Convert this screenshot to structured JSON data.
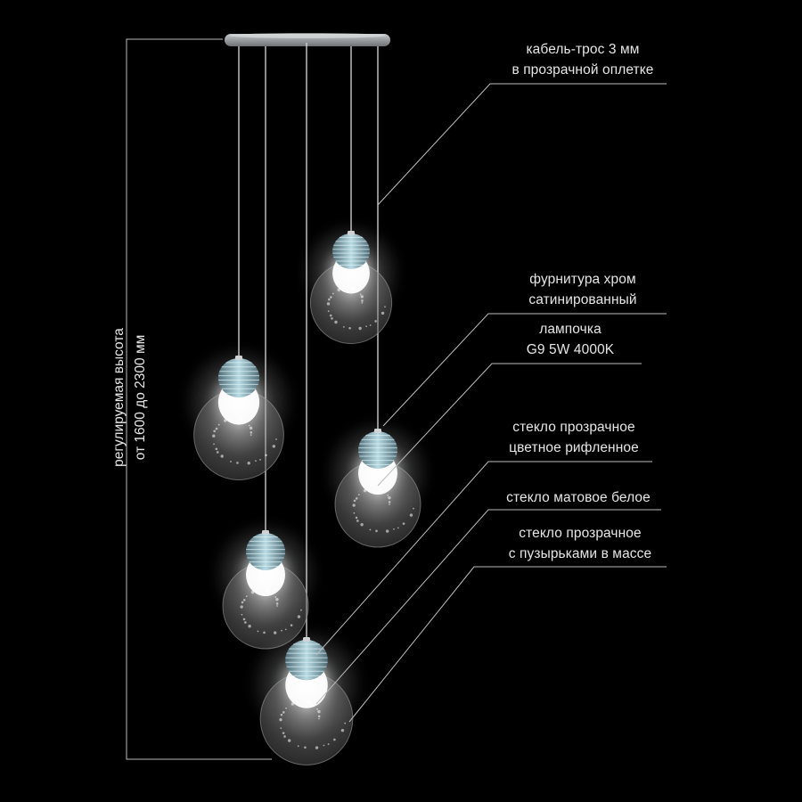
{
  "callouts": [
    {
      "id": "cable",
      "lines": [
        "кабель-трос 3 мм",
        "в прозрачной оплетке"
      ]
    },
    {
      "id": "fittings",
      "lines": [
        "фурнитура хром",
        "сатинированный"
      ]
    },
    {
      "id": "bulb",
      "lines": [
        "лампочка",
        "G9 5W 4000K"
      ]
    },
    {
      "id": "ribbed-glass",
      "lines": [
        "стекло прозрачное",
        "цветное рифленное"
      ]
    },
    {
      "id": "matte-glass",
      "lines": [
        "стекло матовое белое"
      ]
    },
    {
      "id": "bubble-glass",
      "lines": [
        "стекло прозрачное",
        "с пузырьками в массе"
      ]
    }
  ],
  "height_dimension": {
    "lines": [
      "регулируемая высота",
      "от 1600 до 2300 мм"
    ]
  },
  "colors": {
    "background": "#000000",
    "text": "#e6e6e6",
    "leader_line": "#bdbdbd",
    "canopy": "#9ea3a6",
    "ribbed_glass": "#8fb8c4",
    "glow": "#ffffff"
  }
}
